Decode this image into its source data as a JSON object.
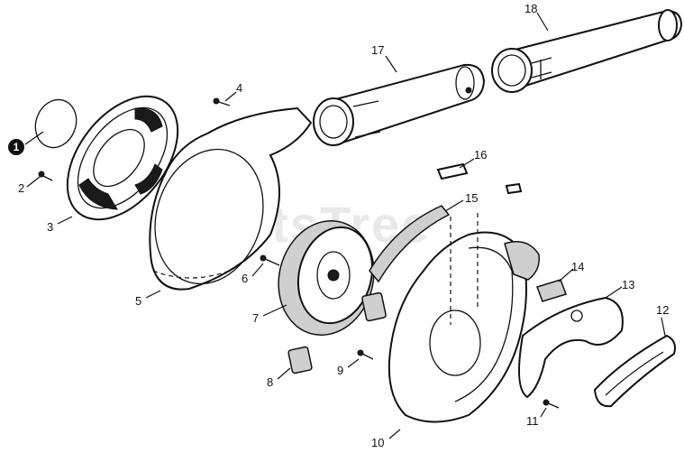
{
  "watermark": "PartsTree",
  "callouts": {
    "c1": "1",
    "c2": "2",
    "c3": "3",
    "c4": "4",
    "c5": "5",
    "c6": "6",
    "c7": "7",
    "c8": "8",
    "c9": "9",
    "c10": "10",
    "c11": "11",
    "c12": "12",
    "c13": "13",
    "c14": "14",
    "c15": "15",
    "c16": "16",
    "c17": "17",
    "c18": "18"
  }
}
